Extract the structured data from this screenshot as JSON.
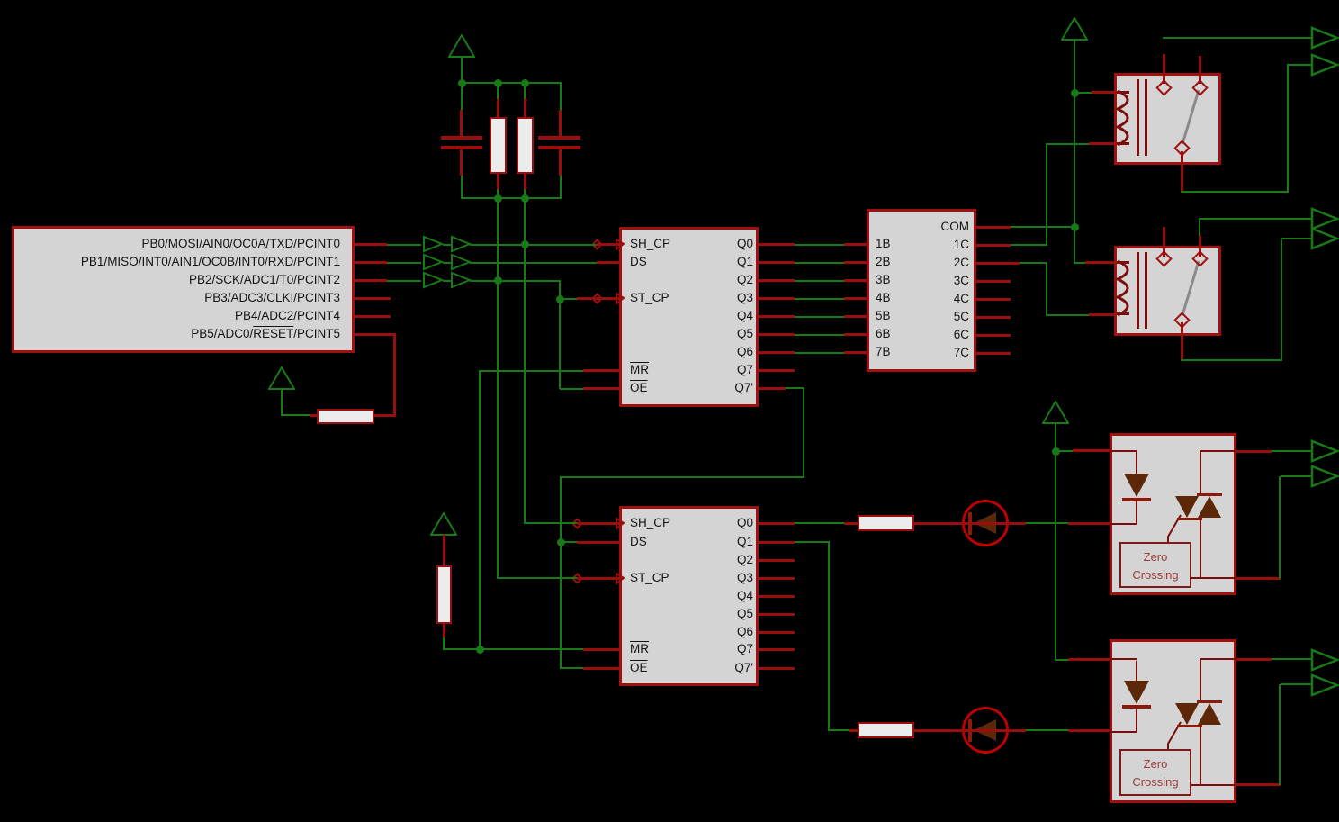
{
  "schematic": {
    "mcu": {
      "pins": [
        "PB0/MOSI/AIN0/OC0A/TXD/PCINT0",
        "PB1/MISO/INT0/AIN1/OC0B/INT0/RXD/PCINT1",
        "PB2/SCK/ADC1/T0/PCINT2",
        "PB3/ADC3/CLKI/PCINT3",
        "PB4/ADC2/PCINT4"
      ],
      "pb5_prefix": "PB5/ADC0/",
      "pb5_overlined": "RESET",
      "pb5_suffix": "/PCINT5"
    },
    "shift_register_1": {
      "left_pins": [
        "SH_CP",
        "DS",
        "ST_CP",
        "MR",
        "OE"
      ],
      "right_pins": [
        "Q0",
        "Q1",
        "Q2",
        "Q3",
        "Q4",
        "Q5",
        "Q6",
        "Q7",
        "Q7'"
      ]
    },
    "shift_register_2": {
      "left_pins": [
        "SH_CP",
        "DS",
        "ST_CP",
        "MR",
        "OE"
      ],
      "right_pins": [
        "Q0",
        "Q1",
        "Q2",
        "Q3",
        "Q4",
        "Q5",
        "Q6",
        "Q7",
        "Q7'"
      ]
    },
    "darlington_driver": {
      "com_pin": "COM",
      "left_pins": [
        "1B",
        "2B",
        "3B",
        "4B",
        "5B",
        "6B",
        "7B"
      ],
      "right_pins": [
        "1C",
        "2C",
        "3C",
        "4C",
        "5C",
        "6C",
        "7C"
      ]
    },
    "optocoupler_1": {
      "label_line_1": "Zero",
      "label_line_2": "Crossing"
    },
    "optocoupler_2": {
      "label_line_1": "Zero",
      "label_line_2": "Crossing"
    },
    "colors": {
      "wire_green": "#177a17",
      "wire_red": "#9b0e0e",
      "component_fill": "#d4d4d4",
      "component_border": "#a01010",
      "led_ring_red": "#c00000",
      "background": "#000000"
    }
  }
}
